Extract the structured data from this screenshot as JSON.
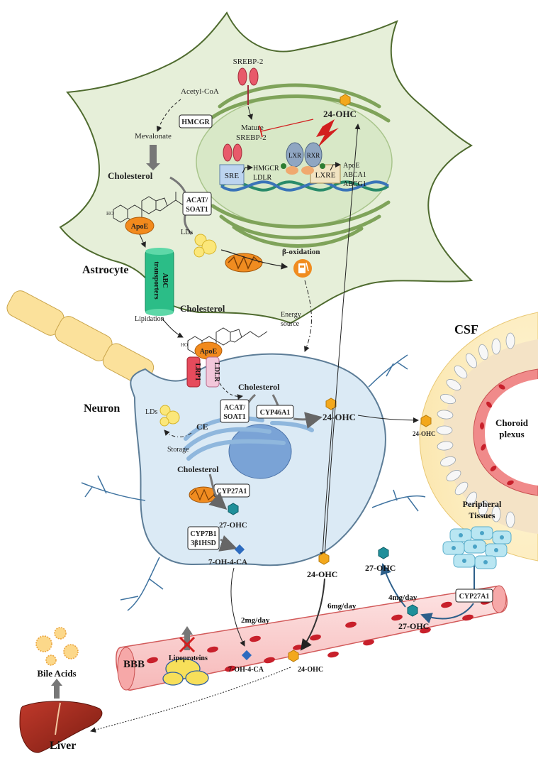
{
  "cells": {
    "astrocyte": "Astrocyte",
    "neuron": "Neuron",
    "csf": "CSF",
    "choroid_line1": "Choroid",
    "choroid_line2": "plexus",
    "peripheral_line1": "Peripheral",
    "peripheral_line2": "Tissues",
    "liver": "Liver",
    "bile_acids": "Bile Acids",
    "bbb": "BBB"
  },
  "astrocyte_labels": {
    "srebp2": "SREBP-2",
    "acetyl_coa": "Acetyl-CoA",
    "hmcgr_box": "HMCGR",
    "mevalonate": "Mevalonate",
    "mature_line1": "Mature",
    "mature_line2": "SREBP-2",
    "ohc24": "24-OHC",
    "lxr": "LXR",
    "rxr": "RXR",
    "sre": "SRE",
    "hmgcr": "HMGCR",
    "ldlr": "LDLR",
    "lxre": "LXRE",
    "apoe_gene": "ApoE",
    "abca1": "ABCA1",
    "abcg1": "ABCG1",
    "cholesterol": "Cholesterol",
    "acat_line1": "ACAT/",
    "acat_line2": "SOAT1",
    "apoe": "ApoE",
    "lds": "LDs",
    "beta_oxidation": "β-oxidation",
    "abc_line1": "ABC",
    "abc_line2": "transporters",
    "lipidation": "Lipidation",
    "energy_line1": "Energy",
    "energy_line2": "source"
  },
  "neuron_labels": {
    "cholesterol_top": "Cholesterol",
    "apoe": "ApoE",
    "lrp1": "LRP1",
    "ldlr": "LDLR",
    "cholesterol": "Cholesterol",
    "acat_line1": "ACAT/",
    "acat_line2": "SOAT1",
    "cyp46a1": "CYP46A1",
    "ohc24": "24-OHC",
    "lds": "LDs",
    "ce": "CE",
    "storage": "Storage",
    "cholesterol_lower": "Cholesterol",
    "cyp27a1": "CYP27A1",
    "ohc27": "27-OHC",
    "cyp7b1_line1": "CYP7B1",
    "cyp7b1_line2": "3β1HSD",
    "oh4ca": "7-OH-4-CA",
    "csf_ohc24": "24-OHC"
  },
  "flux": {
    "ohc24_outside": "24-OHC",
    "ohc27_outside": "27-OHC",
    "rate_2": "2mg/day",
    "rate_6": "6mg/day",
    "rate_4": "4mg/day",
    "cyp27a1_peripheral": "CYP27A1",
    "ohc27_vessel": "27-OHC",
    "lipoproteins": "Lipoproteins",
    "oh4ca_vessel": "7-OH-4-CA",
    "ohc24_vessel": "24-OHC"
  },
  "colors": {
    "astrocyte_fill": "#e6efd9",
    "astrocyte_stroke": "#4f6b2f",
    "neuron_fill": "#dbeaf5",
    "neuron_stroke": "#5d7d97",
    "ohc24_hex": "#f3a81c",
    "ohc27_hex": "#1f8f9a",
    "vessel_fill": "#fbd2d2",
    "rbc": "#c8202b",
    "receptor_pink": "#e85a6a",
    "inhibit_red": "#d21f1f",
    "arrow_blue": "#2d5f8a"
  }
}
